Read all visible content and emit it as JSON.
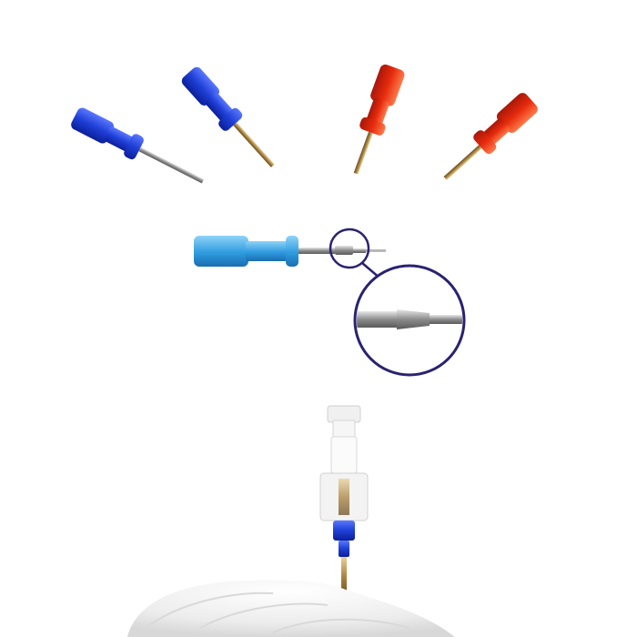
{
  "scene": {
    "description_labels": [],
    "colors": {
      "background": "#ffffff",
      "blue_handle": "#1f3fd6",
      "blue_handle_dark": "#0b1f9a",
      "red_handle": "#e52a0c",
      "red_handle_dark": "#a8170a",
      "cyan_handle": "#2f9be0",
      "cyan_handle_light": "#7cc8f2",
      "zoom_ring": "#2a2270",
      "metal": "#9a9a9a",
      "gold_metal": "#b08a4a",
      "fur": "#e9e9e9"
    },
    "objects": [
      {
        "name": "blue-probe-1"
      },
      {
        "name": "blue-probe-2"
      },
      {
        "name": "red-probe-1"
      },
      {
        "name": "red-probe-2"
      },
      {
        "name": "cyan-probe-horizontal"
      },
      {
        "name": "magnifier-inset"
      },
      {
        "name": "implanted-cannula-assembly"
      },
      {
        "name": "animal-head"
      }
    ]
  }
}
